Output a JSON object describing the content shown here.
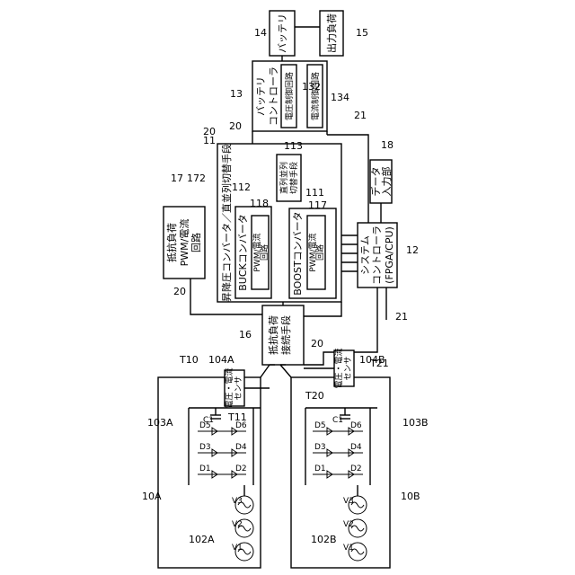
{
  "refs": {
    "battery": "14",
    "output_load": "15",
    "battery_controller": "13",
    "voltage_control": "132",
    "current_control": "134",
    "converter_unit": "11",
    "buck": "112",
    "buck_pwm": "118",
    "boost": "111",
    "boost_pwm": "117",
    "series_parallel": "113",
    "resistive_load": "17",
    "resistive_pwm": "172",
    "system_controller": "12",
    "data_input": "18",
    "load_connect": "16",
    "line_20a": "20",
    "line_20b": "20",
    "line_20c": "20",
    "line_20d": "20",
    "line_21a": "21",
    "line_21b": "21",
    "string_a": "10A",
    "string_b": "10B",
    "rectifier_a": "103A",
    "rectifier_b": "103B",
    "sources_a": "102A",
    "sources_b": "102B",
    "sensor_a": "104A",
    "sensor_b": "104B"
  },
  "labels": {
    "battery": "バッテリ",
    "output_load": "出力負荷",
    "controller_line1": "バッテリ",
    "controller_line2": "コントローラ",
    "voltage_control": "電圧制御回路",
    "current_control": "電流制御回路",
    "converter_title": "昇降圧コンバータ／直並列切替手段",
    "buck": "BUCKコンバータ",
    "boost": "BOOSTコンバータ",
    "pwm_line1": "PWM/電流",
    "pwm_line2": "回路",
    "sp_line1": "直列並列",
    "sp_line2": "切替手段",
    "resistive_line1": "抵抗負荷",
    "resistive_line2": "PWM/電流",
    "resistive_line3": "回路",
    "system_line1": "システム",
    "system_line2": "コントローラ",
    "system_line3": "(FPGA/CPU)",
    "data_line1": "データ",
    "data_line2": "入力部",
    "load_connect_line1": "抵抗負荷",
    "load_connect_line2": "接続手段",
    "sensor_line1": "電圧・電流",
    "sensor_line2": "センサ"
  },
  "terminals": {
    "a_top": "T10",
    "a_bottom": "T11",
    "b_top": "T20",
    "b_bottom": "T21"
  },
  "components": {
    "capacitor": "C1",
    "d1": "D1",
    "d2": "D2",
    "d3": "D3",
    "d4": "D4",
    "d5": "D5",
    "d6": "D6",
    "v1": "V1",
    "v2": "V2",
    "v3": "V3"
  }
}
